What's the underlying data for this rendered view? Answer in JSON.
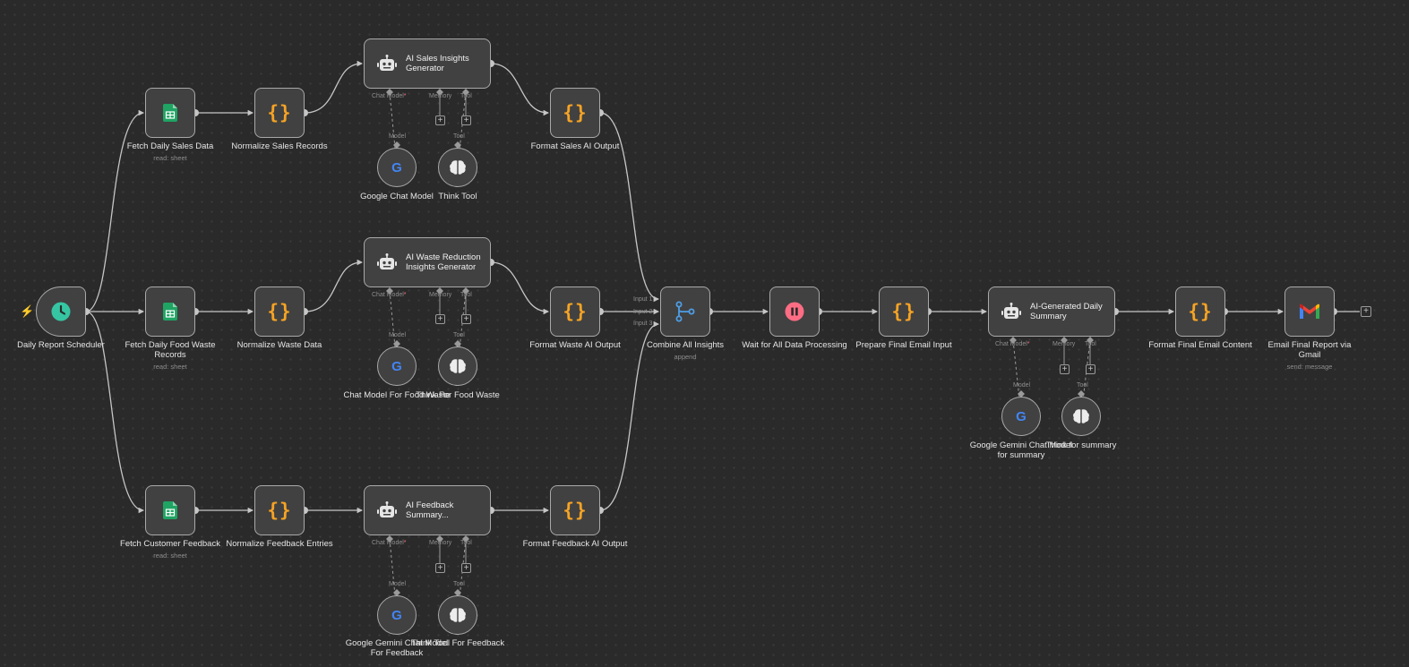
{
  "workflow": {
    "trigger": {
      "label": "Daily Report Scheduler"
    },
    "sales": {
      "fetch": {
        "label": "Fetch Daily Sales Data",
        "subtitle": "read: sheet"
      },
      "normalize": {
        "label": "Normalize Sales Records"
      },
      "agent": {
        "title": "AI Sales Insights Generator"
      },
      "model": {
        "label": "Google Chat Model"
      },
      "tool": {
        "label": "Think Tool"
      },
      "format": {
        "label": "Format Sales AI Output"
      }
    },
    "waste": {
      "fetch": {
        "label": "Fetch Daily Food Waste Records",
        "subtitle": "read: sheet"
      },
      "normalize": {
        "label": "Normalize Waste Data"
      },
      "agent": {
        "title": "AI Waste Reduction Insights Generator"
      },
      "model": {
        "label": "Chat Model For Food Waste"
      },
      "tool": {
        "label": "Think For Food Waste"
      },
      "format": {
        "label": "Format Waste AI Output"
      }
    },
    "feedback": {
      "fetch": {
        "label": "Fetch Customer Feedback",
        "subtitle": "read: sheet"
      },
      "normalize": {
        "label": "Normalize Feedback Entries"
      },
      "agent": {
        "title": "AI Feedback Summary..."
      },
      "model": {
        "label": "Google Gemini Chat Model For Feedback"
      },
      "tool": {
        "label": "Think Tool For Feedback"
      },
      "format": {
        "label": "Format Feedback AI Output"
      }
    },
    "combine": {
      "label": "Combine All Insights",
      "subtitle": "append",
      "inputs": [
        "Input 1",
        "Input 2",
        "Input 3"
      ]
    },
    "wait": {
      "label": "Wait for All Data Processing"
    },
    "prepare": {
      "label": "Prepare Final Email Input"
    },
    "summary": {
      "agent": {
        "title": "AI-Generated Daily Summary"
      },
      "model": {
        "label": "Google Gemini Chat Model for summary"
      },
      "tool": {
        "label": "Think for summary"
      }
    },
    "format_final": {
      "label": "Format Final Email Content"
    },
    "email": {
      "label": "Email Final Report via Gmail",
      "subtitle": "send: message"
    }
  },
  "ports": {
    "chat_model": "Chat Model",
    "required_mark": "*",
    "memory": "Memory",
    "tool": "Tool",
    "model": "Model"
  },
  "icons": {
    "trigger": "clock-icon",
    "sheets": "google-sheets-icon",
    "code": "braces-icon",
    "agent": "robot-icon",
    "model": "google-g-icon",
    "tool": "brain-icon",
    "merge": "merge-icon",
    "wait": "pause-icon",
    "gmail": "gmail-icon",
    "add": "plus-icon",
    "manual": "lightning-icon"
  },
  "colors": {
    "background": "#2a2a2a",
    "node": "#414141",
    "node_border": "#a9a9a9",
    "wire": "#c6c6c6",
    "braces": "#f6a324",
    "trigger": "#36c5a2",
    "sheets": "#1fa463",
    "wait": "#ff6d84",
    "google_blue": "#4285f4",
    "merge": "#4d9ee6",
    "bolt": "#ff5d48"
  }
}
